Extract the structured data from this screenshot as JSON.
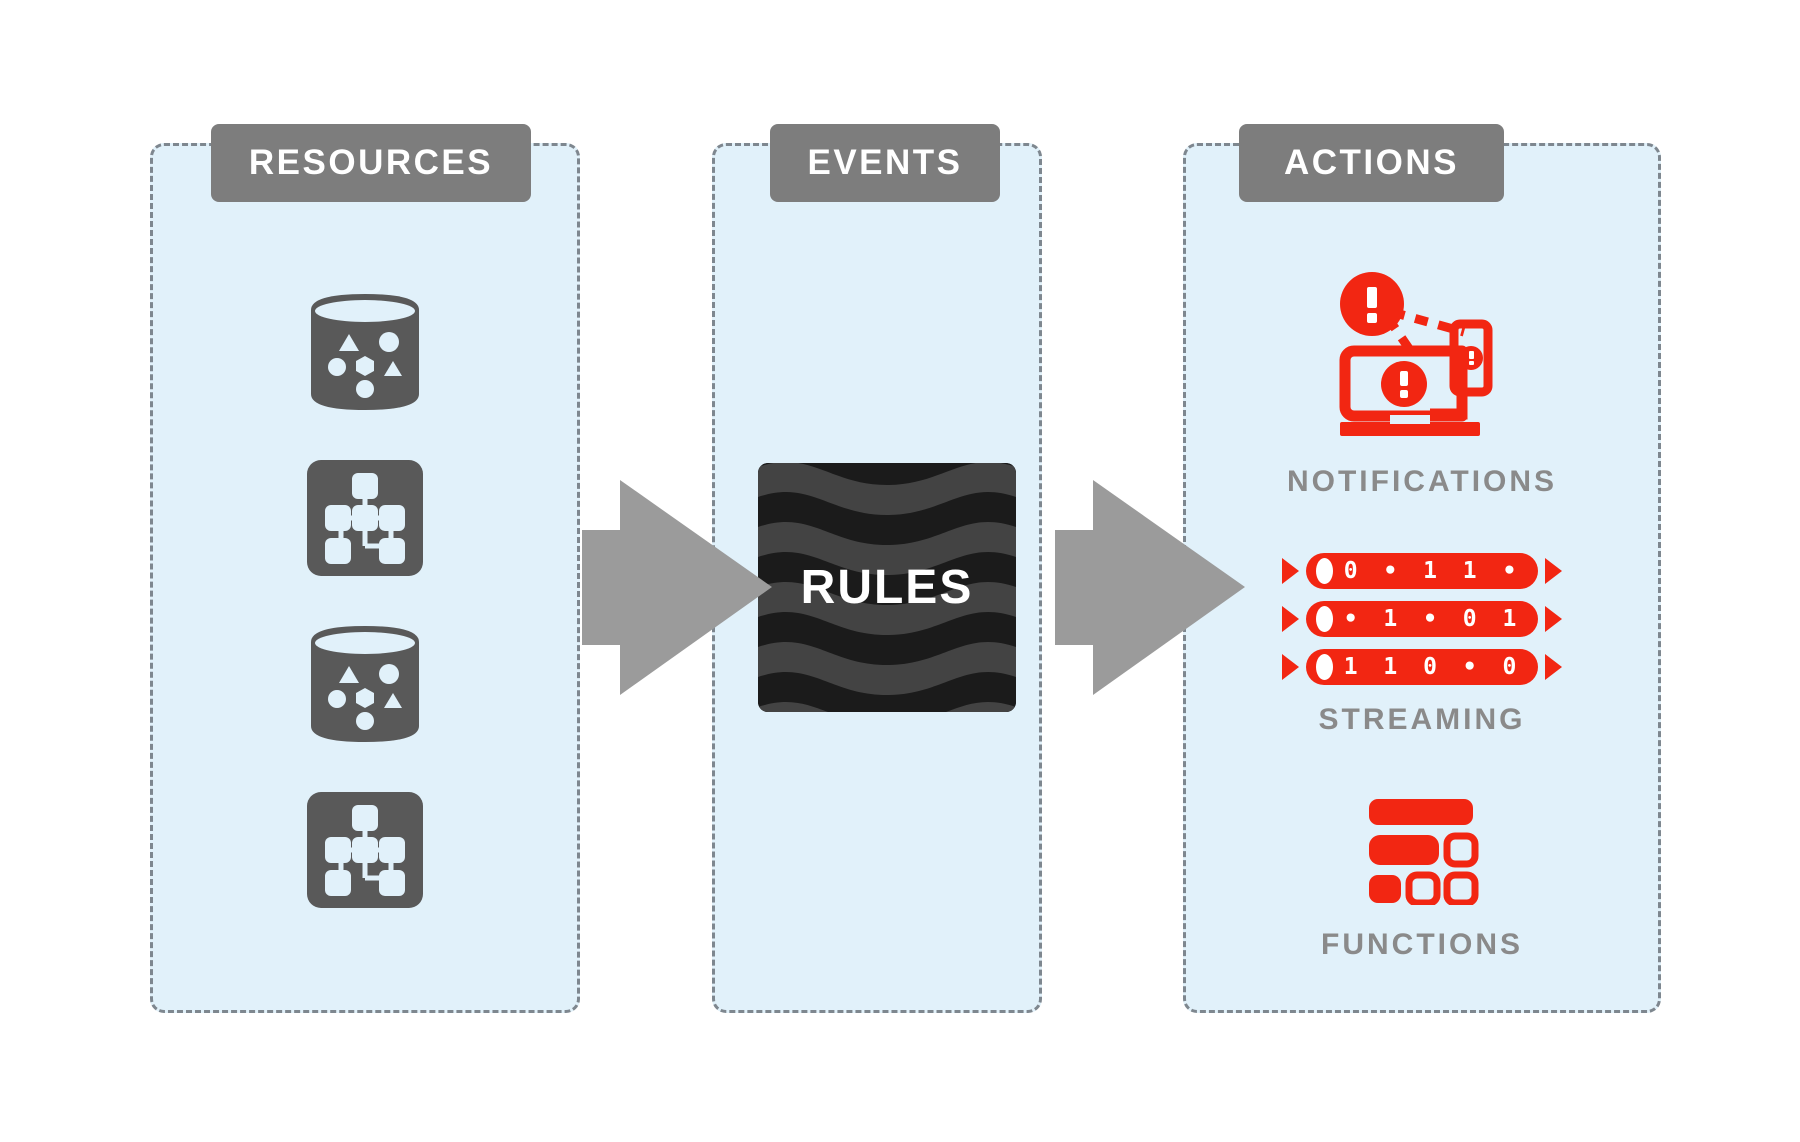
{
  "diagram": {
    "title": "Resources Events Actions flow",
    "colors": {
      "panel_fill": "#e1f1fa",
      "panel_border": "#7e878f",
      "header_badge": "#7d7d7d",
      "icon_gray": "#595959",
      "accent_red": "#f22612",
      "label_gray": "#8a8a8a",
      "arrow_gray": "#9b9b9b",
      "rules_dark": "#1b1b1b",
      "rules_stripe": "#434343"
    }
  },
  "columns": [
    {
      "id": "resources",
      "header": "RESOURCES",
      "items": [
        {
          "icon": "database-icon",
          "label": ""
        },
        {
          "icon": "network-topology-icon",
          "label": ""
        },
        {
          "icon": "database-icon",
          "label": ""
        },
        {
          "icon": "network-topology-icon",
          "label": ""
        }
      ]
    },
    {
      "id": "events",
      "header": "EVENTS",
      "items": [
        {
          "icon": "rules-block-icon",
          "label": "RULES"
        }
      ]
    },
    {
      "id": "actions",
      "header": "ACTIONS",
      "items": [
        {
          "icon": "notifications-icon",
          "label": "NOTIFICATIONS"
        },
        {
          "icon": "streaming-icon",
          "label": "STREAMING"
        },
        {
          "icon": "functions-icon",
          "label": "FUNCTIONS"
        }
      ]
    }
  ],
  "rules": {
    "label": "RULES"
  },
  "streaming": {
    "rows": [
      "0 • 1 1 •",
      "• 1 • 0 1",
      "1 1 0 • 0"
    ]
  },
  "arrows": [
    {
      "name": "arrow-resources-to-events",
      "direction": "right"
    },
    {
      "name": "arrow-events-to-actions",
      "direction": "right"
    }
  ]
}
